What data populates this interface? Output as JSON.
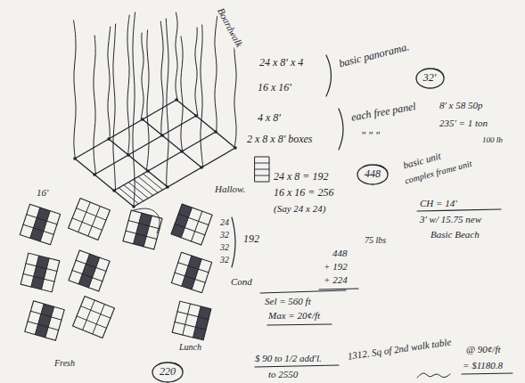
{
  "diagram": {
    "nodes": [
      {
        "text": [
          "32'"
        ]
      },
      {
        "text": [
          "448"
        ]
      },
      {
        "text": [
          "220"
        ]
      }
    ],
    "labels": [
      "Boardwalk",
      "24 x 8' x 4",
      "16 x 16'",
      "basic panorama.",
      "4 x 8'",
      "2 x 8 x 8' boxes",
      "each free panel",
      "\" \" \"",
      "8' x 58  50p",
      "235' = 1 ton",
      "100 lb",
      "Hallow.",
      "24 x 8 = 192",
      "16 x 16 = 256",
      "(Say 24 x 24)",
      "basic unit",
      "complex frame unit",
      "16'",
      "CH = 14'",
      "3' w/ 15.75 new",
      "Basic Beach",
      "24",
      "32",
      "32",
      "32",
      "192",
      "75 lbs",
      "448",
      "+ 192",
      "+ 224",
      "Cond",
      "Sel = 560 ft",
      "Max = 20¢/ft",
      "1312. Sq of 2nd walk table",
      "@ 90¢/ft",
      "= $1180.8",
      "Lunch",
      "Fresh",
      "$ 90 to 1/2 add'l.",
      "to 2550"
    ]
  }
}
